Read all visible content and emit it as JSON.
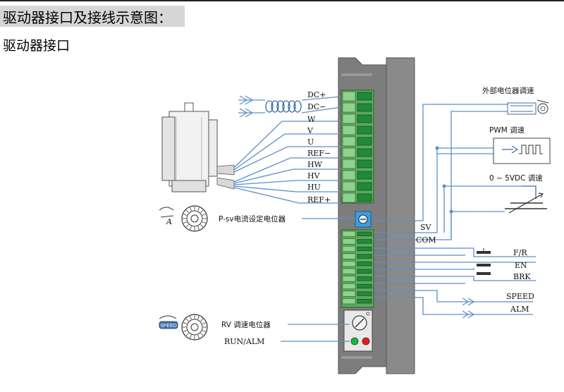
{
  "heading": "驱动器接口及接线示意图：",
  "subheading": "驱动器接口",
  "terminals_left": [
    "DC+",
    "DC−",
    "W",
    "V",
    "U",
    "REF−",
    "HW",
    "HV",
    "HU",
    "REF+"
  ],
  "terminals_right": [
    "SV",
    "COM"
  ],
  "right_labels": {
    "ext_pot": "外部电位器调速",
    "pwm": "PWM 调速",
    "vdc": "0 ~ 5VDC 调速",
    "fr": "F/R",
    "en": "EN",
    "brk": "BRK",
    "speed": "SPEED",
    "alm": "ALM"
  },
  "left_labels": {
    "psv": "P-sv电流设定电位器",
    "rv": "RV 调速电位器",
    "run_alm": "RUN/ALM"
  },
  "knob_marks": {
    "current_arrow": "A",
    "speed_arrow": "SPEED"
  },
  "colors": {
    "wire": "#5b8fc9",
    "terminal_light": "#8fd18f",
    "terminal_dark": "#1f8a3a",
    "panel": "#808080",
    "pot_blue": "#3aa0e0",
    "led_green": "#22b14c",
    "led_red": "#e02020"
  }
}
